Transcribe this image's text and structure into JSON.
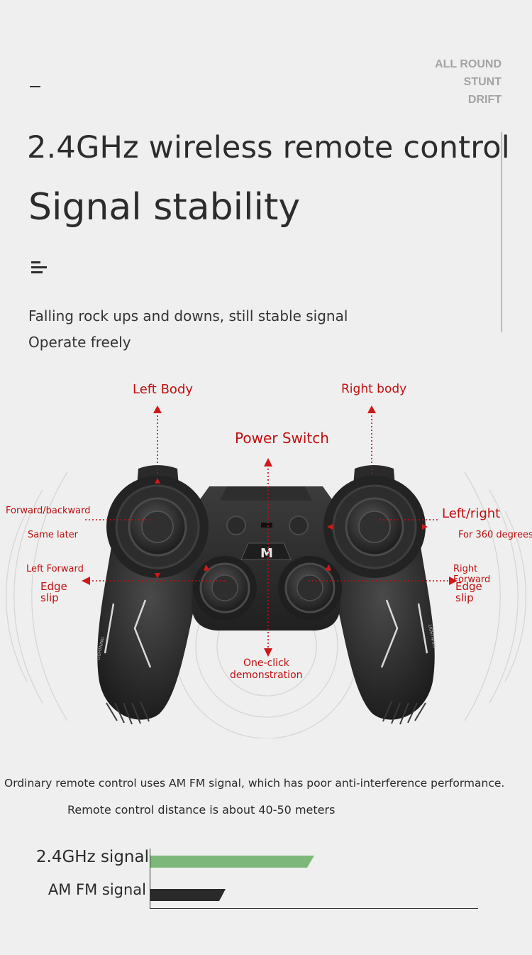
{
  "header": {
    "tagline": [
      "ALL ROUND",
      "STUNT",
      "DRIFT"
    ],
    "title": "2.4GHz wireless remote control",
    "subtitle": "Signal stability",
    "description": [
      "Falling rock ups and downs, still stable signal",
      "Operate freely"
    ]
  },
  "controller": {
    "brand_mark": "M",
    "grip_text": "LIGHTNING",
    "labels": {
      "left_body": "Left Body",
      "right_body": "Right body",
      "power_switch": "Power Switch",
      "forward_backward": "Forward/backward",
      "same_later": "Same later",
      "left_right": "Left/right",
      "for_360": "For 360 degrees",
      "left_forward": "Left Forward",
      "edge_slip_left_1": "Edge",
      "edge_slip_left_2": "slip",
      "right_forward_1": "Right",
      "right_forward_2": "Forward",
      "edge_slip_right_1": "Edge",
      "edge_slip_right_2": "slip",
      "demo_1": "One-click",
      "demo_2": "demonstration"
    }
  },
  "comparison": {
    "note_1": "Ordinary remote control uses AM FM signal, which has poor anti-interference performance.",
    "note_2": "Remote control distance is about 40-50 meters",
    "colors": {
      "ghz": "#7db87a",
      "amfm": "#2a2a2a"
    },
    "bars": [
      {
        "label": "2.4GHz signal",
        "value": 0.5
      },
      {
        "label": "AM FM signal",
        "value": 0.23
      }
    ]
  },
  "colors": {
    "accent_red": "#c01010"
  }
}
